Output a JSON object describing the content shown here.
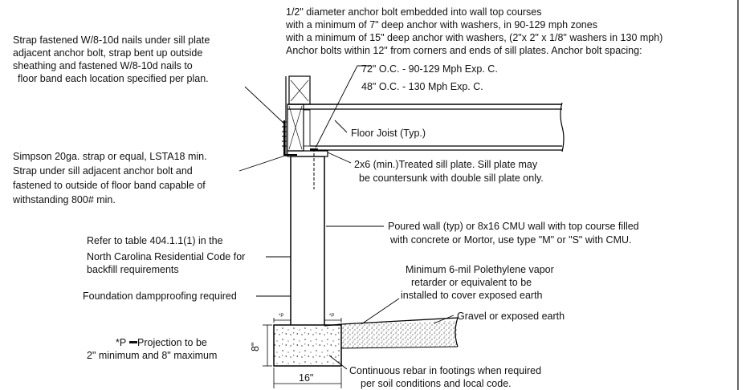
{
  "notes": {
    "anchor_bolt": [
      "1/2\" diameter anchor bolt embedded into wall top courses",
      "with a minimum of 7\" deep anchor with washers, in 90-129 mph zones",
      "with a minimum of 15\" deep anchor with washers, (2\"x 2\" x 1/8\" washers in 130 mph)",
      "Anchor bolts within 12\" from corners and ends of sill plates. Anchor bolt spacing:"
    ],
    "spacing_1": "72\" O.C. - 90-129 Mph Exp. C.",
    "spacing_2": "48\" O.C. - 130 Mph Exp. C.",
    "strap_nails": [
      "Strap fastened W/8-10d nails under sill plate",
      "adjacent anchor bolt, strap bent up outside",
      "sheathing and fastened W/8-10d nails to",
      "floor band each location specified per plan."
    ],
    "floor_joist": "Floor Joist (Typ.)",
    "simpson_strap": [
      "Simpson 20ga. strap or equal, LSTA18 min.",
      "Strap under sill adjacent anchor bolt and",
      "fastened to outside of floor band capable of",
      "withstanding 800# min."
    ],
    "sill_plate": [
      "2x6 (min.)Treated sill plate.  Sill plate may",
      "be countersunk with double sill plate only."
    ],
    "poured_wall": [
      "Poured wall (typ) or 8x16 CMU wall with top course filled",
      "with concrete or Mortor, use type \"M\" or \"S\" with CMU."
    ],
    "backfill": [
      "Refer to table 404.1.1(1) in the",
      "North Carolina Residential Code for",
      "backfill requirements"
    ],
    "vapor_retarder": [
      "Minimum 6-mil Polethylene vapor",
      "retarder or equivalent to be",
      "installed to cover exposed earth"
    ],
    "dampproofing": "Foundation dampproofing required",
    "gravel": "Gravel or exposed earth",
    "projection": [
      "*P",
      " Projection to be",
      "2\" minimum and 8\" maximum"
    ],
    "rebar": [
      "Continuous rebar in footings when required",
      "per soil conditions and local code."
    ]
  },
  "dimensions": {
    "footing_depth": "8\"",
    "footing_width": "16\"",
    "projection_mark": "*P"
  }
}
